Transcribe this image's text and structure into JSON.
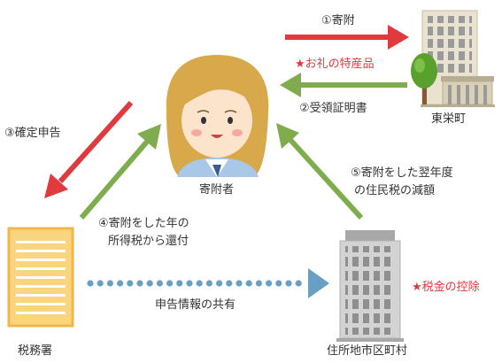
{
  "steps": {
    "s1": "①寄附",
    "s2": "②受領証明書",
    "s3": "③確定申告",
    "s4_line1": "④寄附をした年の",
    "s4_line2": "所得税から還付",
    "s5_line1": "⑤寄附をした翌年度",
    "s5_line2": "の住民税の減額"
  },
  "notes": {
    "gift": "★お礼の特産品",
    "deduction": "★税金の控除",
    "info_share": "申告情報の共有"
  },
  "actors": {
    "donor": "寄附者",
    "town": "東栄町",
    "tax_office": "税務署",
    "municipality": "住所地市区町村"
  },
  "colors": {
    "red_arrow": "#e0393e",
    "green_arrow": "#7fad4d",
    "blue_dots": "#6a9fc4",
    "highlight_text": "#e0393e"
  }
}
